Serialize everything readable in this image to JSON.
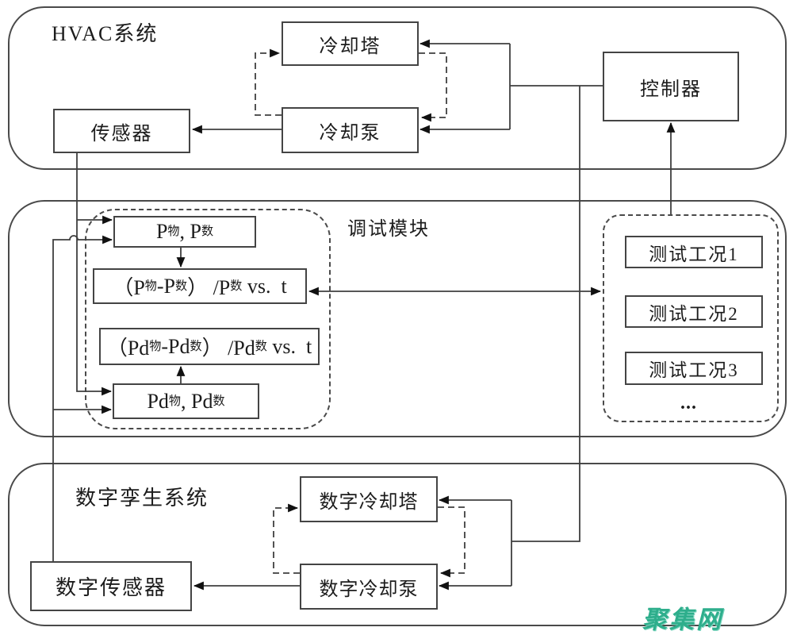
{
  "sections": {
    "hvac": {
      "title": "HVAC系统",
      "cooling_tower": "冷却塔",
      "cooling_pump": "冷却泵",
      "sensor": "传感器",
      "controller": "控制器"
    },
    "debug": {
      "title": "调试模块",
      "p_box": {
        "parts": [
          {
            "t": "P"
          },
          {
            "s": "物"
          },
          {
            "t": ", P"
          },
          {
            "s": "数"
          }
        ]
      },
      "p_formula": {
        "parts": [
          {
            "t": "（P"
          },
          {
            "s": "物"
          },
          {
            "t": "-P"
          },
          {
            "s": "数"
          },
          {
            "t": "） /P"
          },
          {
            "s": "数"
          },
          {
            "t": " vs.  t"
          }
        ]
      },
      "pd_formula": {
        "parts": [
          {
            "t": "（Pd"
          },
          {
            "s": "物"
          },
          {
            "t": "-Pd"
          },
          {
            "s": "数"
          },
          {
            "t": "） /Pd"
          },
          {
            "s": "数"
          },
          {
            "t": " vs.  t"
          }
        ]
      },
      "pd_box": {
        "parts": [
          {
            "t": "Pd"
          },
          {
            "s": "物"
          },
          {
            "t": ", Pd"
          },
          {
            "s": "数"
          }
        ]
      }
    },
    "test_conditions": {
      "items": [
        "测试工况1",
        "测试工况2",
        "测试工况3"
      ],
      "ellipsis": "..."
    },
    "digital": {
      "title": "数字孪生系统",
      "cooling_tower": "数字冷却塔",
      "cooling_pump": "数字冷却泵",
      "sensor": "数字传感器"
    }
  },
  "watermark": {
    "text": "聚集网",
    "color": "#2EAE8C"
  },
  "colors": {
    "line": "#3f3f3f",
    "box_border": "#444444",
    "arrowhead": "#111111"
  }
}
